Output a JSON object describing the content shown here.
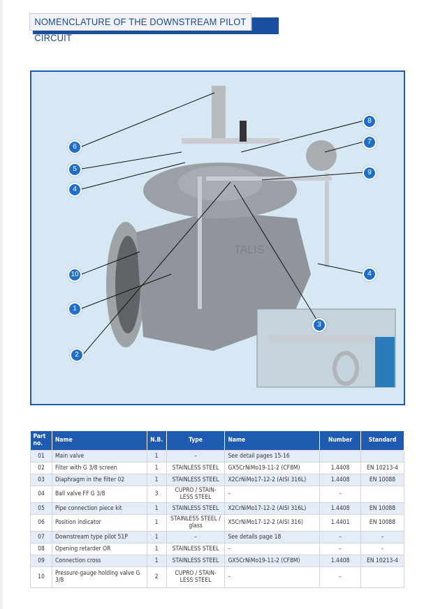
{
  "title": "NOMENCLATURE OF THE DOWNSTREAM PILOT CIRCUIT",
  "figure": {
    "watermark": "TALIS",
    "callouts": [
      "6",
      "5",
      "4",
      "10",
      "1",
      "2",
      "8",
      "7",
      "9",
      "4",
      "3"
    ]
  },
  "table": {
    "headers": [
      "Part no.",
      "Name",
      "N.B.",
      "Type",
      "Name",
      "Number",
      "Standard"
    ],
    "rows": [
      [
        "01",
        "Main valve",
        "1",
        "–",
        "See detail pages 15-16",
        "",
        ""
      ],
      [
        "02",
        "Filter with G 3/8 screen",
        "1",
        "STAINLESS STEEL",
        "GX5CrNiMo19-11-2 (CF8M)",
        "1.4408",
        "EN 10213-4"
      ],
      [
        "03",
        "Diaphragm in the filter 02",
        "1",
        "STAINLESS STEEL",
        "X2CrNiMo17-12-2 (AISI 316L)",
        "1.4408",
        "EN 10088"
      ],
      [
        "04",
        "Ball valve FF G 3/8",
        "3",
        "CUPRO / STAIN-LESS STEEL",
        "–",
        "–",
        ""
      ],
      [
        "05",
        "Pipe connection piece kit",
        "1",
        "STAINLESS STEEL",
        "X2CrNiMo17-12-2 (AISI 316L)",
        "1.4408",
        "EN 10088"
      ],
      [
        "06",
        "Position indicator",
        "1",
        "STAINLESS STEEL / glass",
        "X5CrNiMo17-12-2 (AISI 316)",
        "1.4401",
        "EN 10088"
      ],
      [
        "07",
        "Downstream type pilot 51P",
        "1",
        "–",
        "See details page 18",
        "–",
        "–"
      ],
      [
        "08",
        "Opening retarder OR",
        "1",
        "STAINLESS STEEL",
        "–",
        "–",
        "-"
      ],
      [
        "09",
        "Connection cross",
        "1",
        "STAINLESS STEEL",
        "GX5CrNiMo19-11-2 (CF8M)",
        "1.4408",
        "EN 10213-4"
      ],
      [
        "10",
        "Pressure-gauge holding valve G 3/8",
        "2",
        "CUPRO / STAIN-LESS STEEL",
        "–",
        "–",
        ""
      ]
    ]
  }
}
